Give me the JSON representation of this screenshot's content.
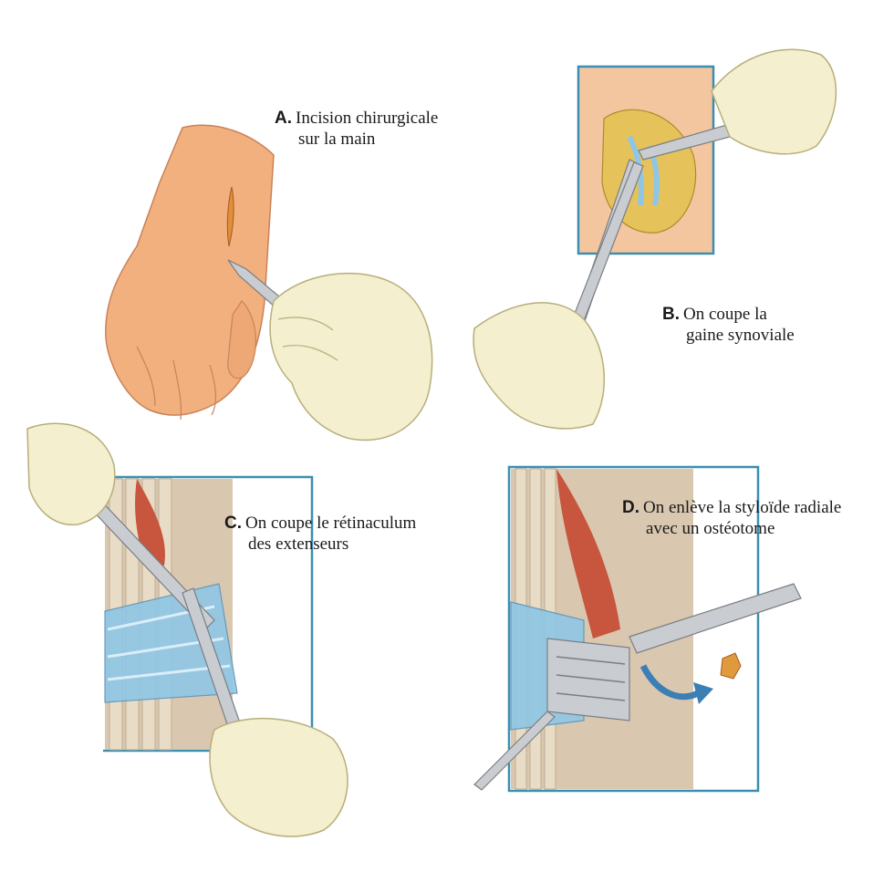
{
  "panels": [
    {
      "letter": "A.",
      "line1": "Incision chirurgicale",
      "line2": "sur la main"
    },
    {
      "letter": "B.",
      "line1": "On coupe la",
      "line2": "gaine synoviale"
    },
    {
      "letter": "C.",
      "line1": "On coupe le rétinaculum",
      "line2": "des extenseurs"
    },
    {
      "letter": "D.",
      "line1": "On enlève la styloïde radiale",
      "line2": "avec un ostéotome"
    }
  ],
  "colors": {
    "frame": "#3a8fb0",
    "skin": "#f1b07e",
    "skin_shadow": "#d98a5a",
    "glove": "#f3efcf",
    "glove_shadow": "#d9d2a4",
    "steel": "#c9ccd0",
    "tendon": "#e9dcc6",
    "muscle": "#c8553d",
    "sheath_blue": "#8fc6e6",
    "fat_yellow": "#e6c25a",
    "arrow_blue": "#3b7fb5"
  }
}
